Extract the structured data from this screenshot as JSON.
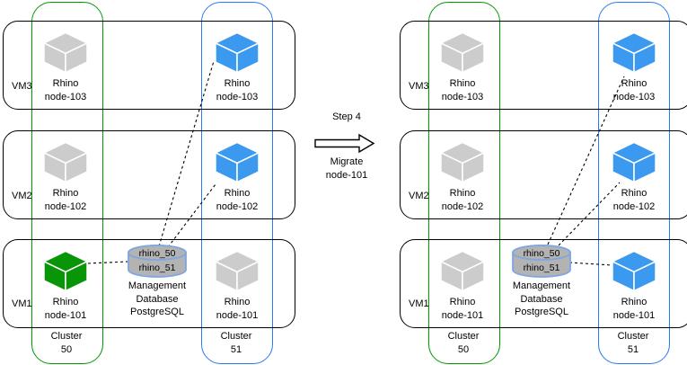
{
  "colors": {
    "cluster-green": "#009900",
    "cluster-blue": "#2A7AF2",
    "cube-green": "#089608",
    "cube-blue": "#3B99F0",
    "cube-gray": "#CCCCCC",
    "db-fill": "#B3B3B3",
    "db-stroke": "#7EA6E0",
    "line": "#000000"
  },
  "transition": {
    "step_label": "Step 4",
    "action_line1": "Migrate",
    "action_line2": "node-101"
  },
  "panels": [
    {
      "name": "before",
      "vm_labels": [
        "VM3",
        "VM2",
        "VM1"
      ],
      "clusters": [
        {
          "line1": "Cluster",
          "line2": "50"
        },
        {
          "line1": "Cluster",
          "line2": "51"
        }
      ],
      "nodes": [
        {
          "app": "Rhino",
          "node": "node-103",
          "vm": "VM3",
          "cluster": "50",
          "cube": "gray"
        },
        {
          "app": "Rhino",
          "node": "node-103",
          "vm": "VM3",
          "cluster": "51",
          "cube": "blue"
        },
        {
          "app": "Rhino",
          "node": "node-102",
          "vm": "VM2",
          "cluster": "50",
          "cube": "gray"
        },
        {
          "app": "Rhino",
          "node": "node-102",
          "vm": "VM2",
          "cluster": "51",
          "cube": "blue"
        },
        {
          "app": "Rhino",
          "node": "node-101",
          "vm": "VM1",
          "cluster": "50",
          "cube": "green"
        },
        {
          "app": "Rhino",
          "node": "node-101",
          "vm": "VM1",
          "cluster": "51",
          "cube": "gray"
        }
      ],
      "database": {
        "schemas": [
          "rhino_50",
          "rhino_51"
        ],
        "label_line1": "Management",
        "label_line2": "Database",
        "label_line3": "PostgreSQL"
      }
    },
    {
      "name": "after",
      "vm_labels": [
        "VM3",
        "VM2",
        "VM1"
      ],
      "clusters": [
        {
          "line1": "Cluster",
          "line2": "50"
        },
        {
          "line1": "Cluster",
          "line2": "51"
        }
      ],
      "nodes": [
        {
          "app": "Rhino",
          "node": "node-103",
          "vm": "VM3",
          "cluster": "50",
          "cube": "gray"
        },
        {
          "app": "Rhino",
          "node": "node-103",
          "vm": "VM3",
          "cluster": "51",
          "cube": "blue"
        },
        {
          "app": "Rhino",
          "node": "node-102",
          "vm": "VM2",
          "cluster": "50",
          "cube": "gray"
        },
        {
          "app": "Rhino",
          "node": "node-102",
          "vm": "VM2",
          "cluster": "51",
          "cube": "blue"
        },
        {
          "app": "Rhino",
          "node": "node-101",
          "vm": "VM1",
          "cluster": "50",
          "cube": "gray"
        },
        {
          "app": "Rhino",
          "node": "node-101",
          "vm": "VM1",
          "cluster": "51",
          "cube": "blue"
        }
      ],
      "database": {
        "schemas": [
          "rhino_50",
          "rhino_51"
        ],
        "label_line1": "Management",
        "label_line2": "Database",
        "label_line3": "PostgreSQL"
      }
    }
  ]
}
